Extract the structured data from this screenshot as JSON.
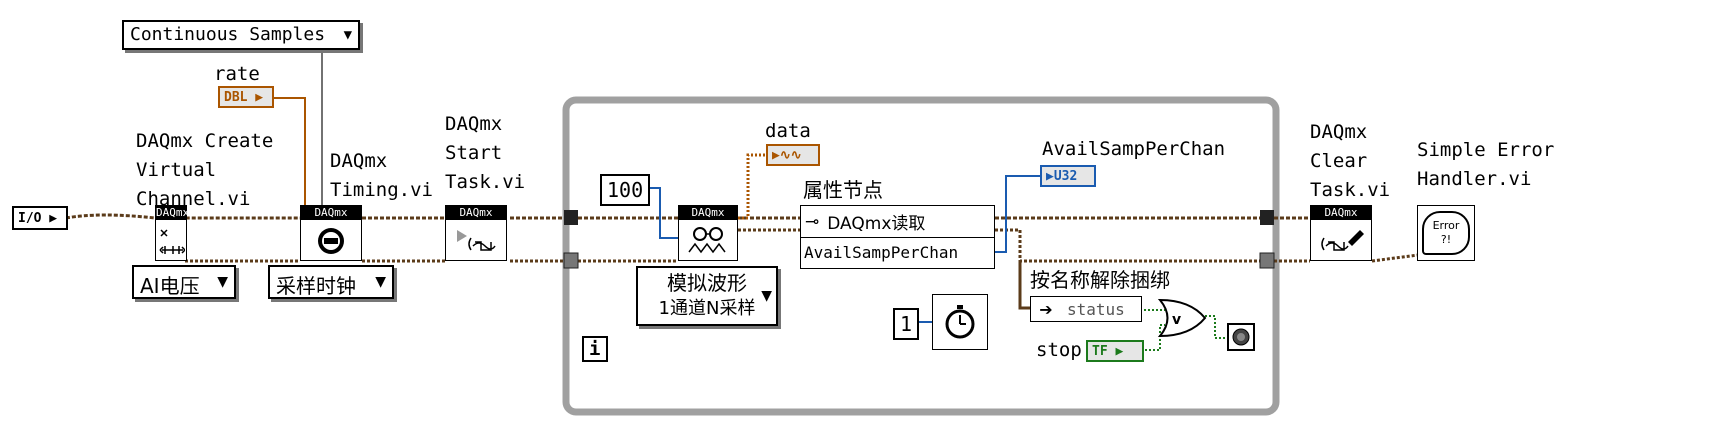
{
  "sample_mode": "Continuous Samples",
  "rate_label": "rate",
  "rate_type": "DBL",
  "io_constant": "I/O",
  "vi_banner": "DAQmx",
  "create_channel_label": "DAQmx Create\nVirtual\nChannel.vi",
  "timing_label": "DAQmx\nTiming.vi",
  "start_task_label": "DAQmx\nStart\nTask.vi",
  "clear_task_label": "DAQmx\nClear\nTask.vi",
  "error_handler_label": "Simple Error\nHandler.vi",
  "error_icon_text": "Error\n?!",
  "channel_type": "AI电压",
  "timing_type": "采样时钟",
  "read_mode_line1": "模拟波形",
  "read_mode_line2": "1通道N采样",
  "samples_per_read": "100",
  "data_label": "data",
  "avail_label": "AvailSampPerChan",
  "avail_type": "U32",
  "property_node_title": "属性节点",
  "property_node_class": "DAQmx读取",
  "property_node_item": "AvailSampPerChan",
  "unbundle_title": "按名称解除捆绑",
  "unbundle_item": "status",
  "wait_ms": "1",
  "stop_label": "stop",
  "stop_type": "TF",
  "iteration_terminal": "i",
  "colors": {
    "wire_task": "#5b3b1a",
    "wire_error": "#5b3b1a",
    "wire_numeric": "#1a5bb0",
    "wire_bool": "#1c7a1c",
    "loop_border": "#9a9a9a",
    "indicator_bg": "#e6e6e6"
  }
}
